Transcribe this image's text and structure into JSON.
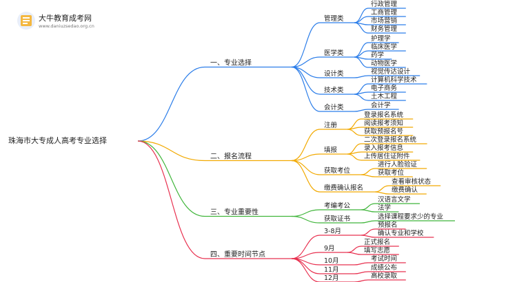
{
  "watermark": {
    "title": "大牛教育成考网",
    "url": "www.daniuzsedao.org.cn"
  },
  "root": "珠海市大专成人高考专业选择",
  "branches": [
    {
      "label": "一、专业选择",
      "color": "#2b7de9",
      "children": [
        {
          "label": "管理类",
          "children": [
            "行政管理",
            "工商管理",
            "市场营销",
            "财务管理"
          ]
        },
        {
          "label": "医学类",
          "children": [
            "护理学",
            "临床医学",
            "药学",
            "动物医学"
          ]
        },
        {
          "label": "设计类",
          "children": [
            "视觉传达设计"
          ]
        },
        {
          "label": "技术类",
          "children": [
            "计算机科学技术",
            "电子商务",
            "土木工程"
          ]
        },
        {
          "label": "会计类",
          "children": [
            "会计学"
          ]
        }
      ]
    },
    {
      "label": "二、报名流程",
      "color": "#f2a900",
      "children": [
        {
          "label": "注册",
          "children": [
            "登录报名系统",
            "阅读报考须知",
            "获取预报名号"
          ]
        },
        {
          "label": "填报",
          "children": [
            "二次登录报名系统",
            "录入报考信息",
            "上传居住证附件"
          ]
        },
        {
          "label": "获取考位",
          "children": [
            "进行人脸验证",
            "获取考位"
          ]
        },
        {
          "label": "缴费确认报名",
          "children": [
            "查看审核状态",
            "缴费确认"
          ]
        }
      ]
    },
    {
      "label": "三、专业重要性",
      "color": "#3fb53a",
      "children": [
        {
          "label": "考编考公",
          "children": [
            "汉语言文学",
            "法学"
          ]
        },
        {
          "label": "获取证书",
          "children": [
            "选择课程要求少的专业"
          ]
        }
      ]
    },
    {
      "label": "四、重要时间节点",
      "color": "#e8304f",
      "children": [
        {
          "label": "3-8月",
          "children": [
            "预报名",
            "确认专业和学校"
          ]
        },
        {
          "label": "9月",
          "children": [
            "正式报名",
            "填写志愿"
          ]
        },
        {
          "label": "10月",
          "children": [
            "考试时间"
          ]
        },
        {
          "label": "11月",
          "children": [
            "成绩公布"
          ]
        },
        {
          "label": "12月",
          "children": [
            "高校录取"
          ]
        }
      ]
    }
  ]
}
